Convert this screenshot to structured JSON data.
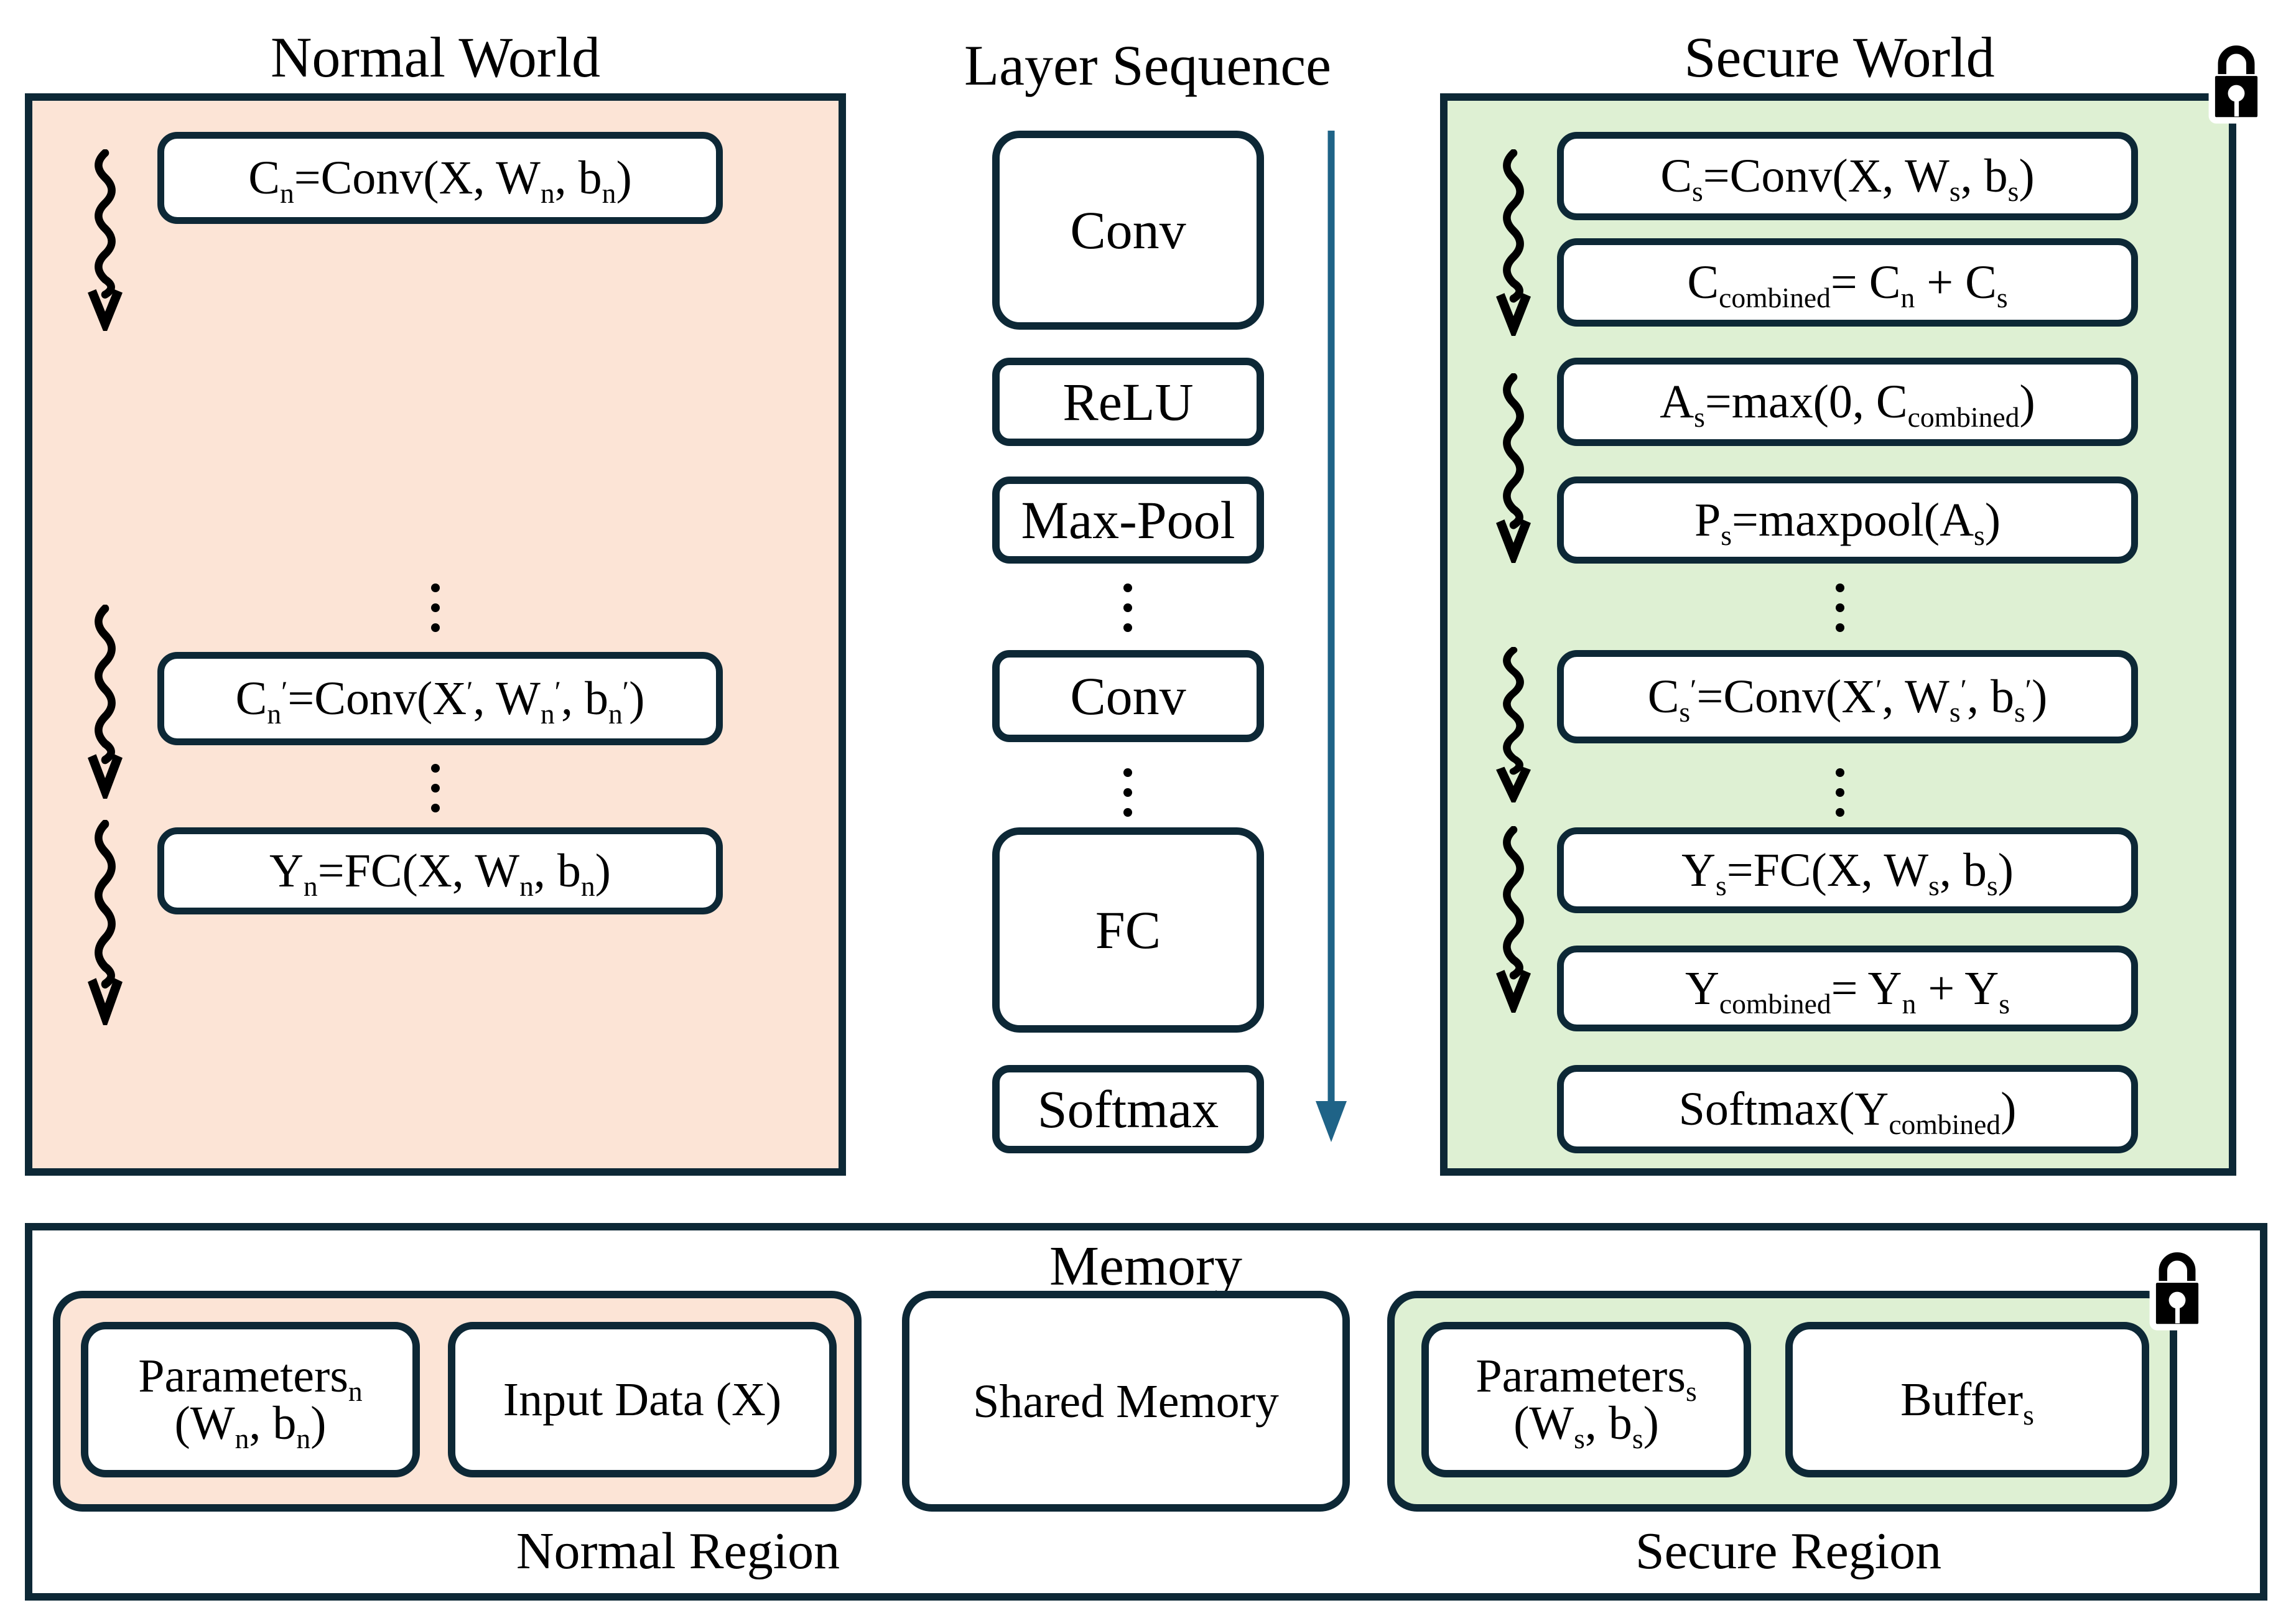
{
  "titles": {
    "normal_world": "Normal World",
    "layer_sequence": "Layer Sequence",
    "secure_world": "Secure World"
  },
  "normal_world": {
    "boxes": [
      "C_{n}=Conv(X, W_{n}, b_{n})",
      "C_{n}^{′}=Conv(X^{′}, W_{n}^{′}, b_{n}^{′})",
      "Y_{n}=FC(X, W_{n}, b_{n})"
    ]
  },
  "layer_sequence": {
    "layers": [
      "Conv",
      "ReLU",
      "Max-Pool",
      "Conv",
      "FC",
      "Softmax"
    ]
  },
  "secure_world": {
    "boxes": [
      "C_{s}=Conv(X, W_{s}, b_{s})",
      "C_{combined}= C_{n} + C_{s}",
      "A_{s}=max(0, C_{combined})",
      "P_{s}=maxpool(A_{s})",
      "C_{s}^{′}=Conv(X^{′}, W_{s}^{′}, b_{s}^{′})",
      "Y_{s}=FC(X, W_{s}, b_{s})",
      "Y_{combined}= Y_{n} + Y_{s}",
      "Softmax(Y_{combined})"
    ]
  },
  "memory": {
    "title": "Memory",
    "params_n": [
      "Parameters_{n}",
      "(W_{n}, b_{n})"
    ],
    "input_data": "Input Data (X)",
    "shared": "Shared Memory",
    "params_s": [
      "Parameters_{s}",
      "(W_{s}, b_{s})"
    ],
    "buffer": "Buffer_{s}",
    "normal_region_label": "Normal Region",
    "secure_region_label": "Secure Region"
  },
  "icons": {
    "lock": "padlock-icon",
    "wavy_arrow": "wavy-arrow-icon",
    "flow_arrow": "down-arrow-icon"
  },
  "colors": {
    "border": "#0d2836",
    "normal_fill": "#fce4d6",
    "secure_fill": "#def0d3",
    "flow_arrow": "#1f6387",
    "ink": "#000000"
  }
}
